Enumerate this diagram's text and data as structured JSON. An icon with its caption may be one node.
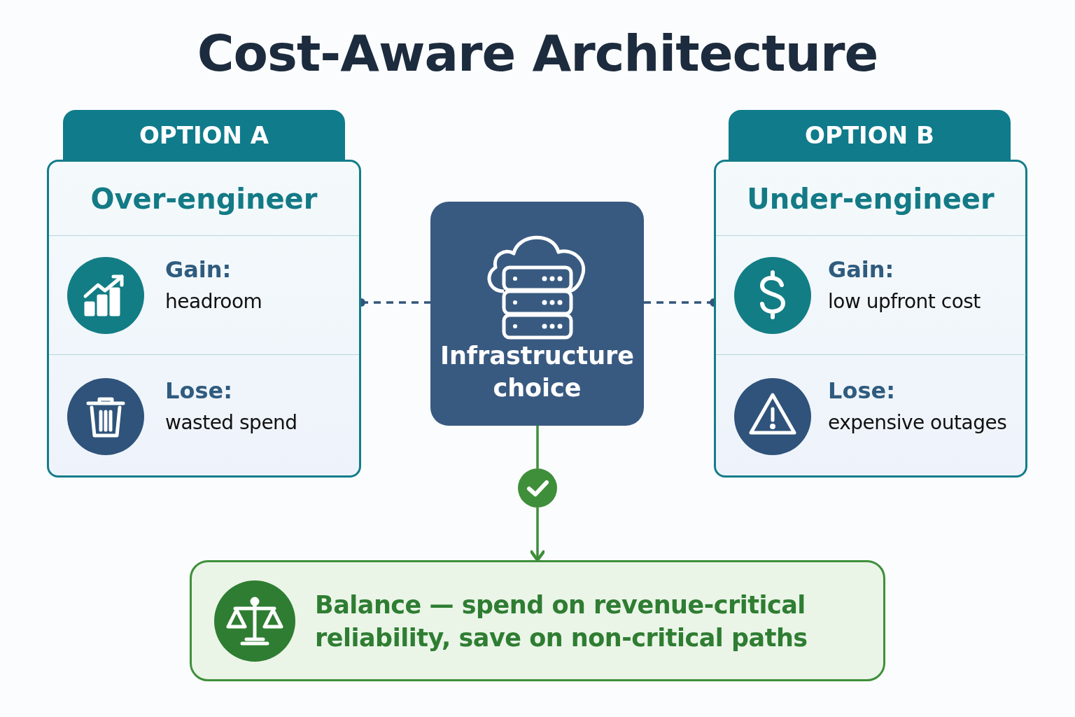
{
  "diagram": {
    "title": "Cost-Aware Architecture",
    "nodes": [
      {
        "text": [
          "OPTION A",
          "Over-engineer"
        ]
      },
      {
        "text": [
          "Gain:",
          "headroom"
        ],
        "in": 0
      },
      {
        "text": [
          "Lose:",
          "wasted spend"
        ],
        "in": 0
      },
      {
        "text": [
          "Infrastructure choice"
        ]
      },
      {
        "text": [
          "OPTION B",
          "Under-engineer"
        ]
      },
      {
        "text": [
          "Gain:",
          "low upfront cost"
        ],
        "in": 4
      },
      {
        "text": [
          "Lose:",
          "expensive outages"
        ],
        "in": 4
      },
      {
        "text": [],
        "shape": "circle"
      },
      {
        "text": [
          "Balance — spend on revenue-critical reliability, save on non-critical paths"
        ]
      }
    ],
    "edges": [
      {
        "from": 0,
        "to": 3,
        "arrow": "other",
        "style": "dashed"
      },
      {
        "from": 4,
        "to": 3,
        "arrow": "other",
        "style": "dashed"
      },
      {
        "from": 3,
        "to": 7,
        "arrow": "none",
        "color": "#3f8f3a"
      },
      {
        "from": 7,
        "to": 8,
        "arrow": "to",
        "color": "#3f8f3a"
      }
    ]
  }
}
